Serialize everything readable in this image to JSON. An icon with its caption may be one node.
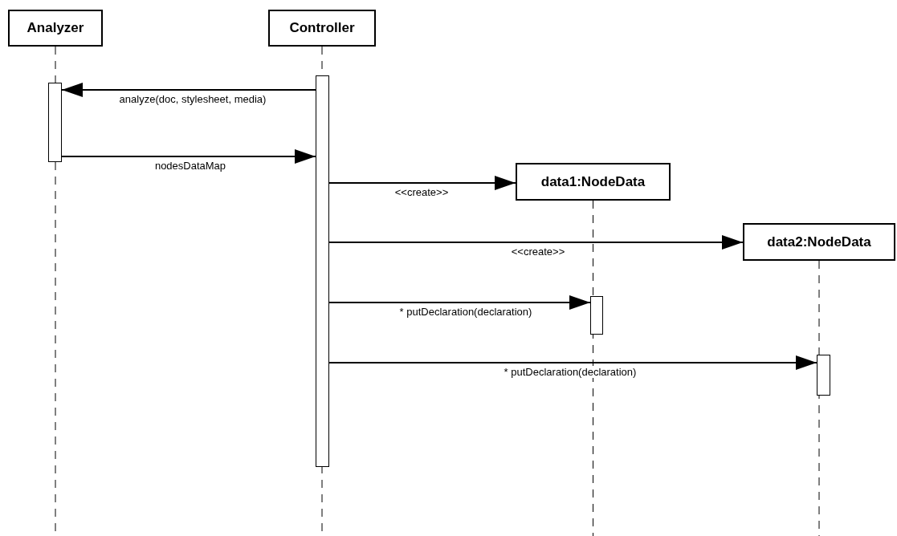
{
  "diagram": {
    "nodes": [
      {
        "text": [
          "Analyzer"
        ]
      },
      {
        "text": [
          "Controller"
        ]
      },
      {
        "text": [
          "data1:NodeData"
        ]
      },
      {
        "text": [
          "data2:NodeData"
        ]
      },
      {
        "text": [],
        "shape": "bar"
      },
      {
        "text": [],
        "shape": "bar"
      },
      {
        "text": [],
        "shape": "bar"
      },
      {
        "text": [],
        "shape": "bar"
      }
    ],
    "edges": [
      {
        "from": 5,
        "to": 4,
        "arrow": "to",
        "label": "analyze(doc, stylesheet, media)"
      },
      {
        "from": 4,
        "to": 5,
        "arrow": "to",
        "label": "nodesDataMap"
      },
      {
        "from": 5,
        "to": 2,
        "arrow": "to",
        "label": "<<create>>"
      },
      {
        "from": 5,
        "to": 3,
        "arrow": "to",
        "label": "<<create>>"
      },
      {
        "from": 5,
        "to": 6,
        "arrow": "to",
        "label": "* putDeclaration(declaration)"
      },
      {
        "from": 5,
        "to": 7,
        "arrow": "to",
        "label": "* putDeclaration(declaration)"
      }
    ]
  }
}
